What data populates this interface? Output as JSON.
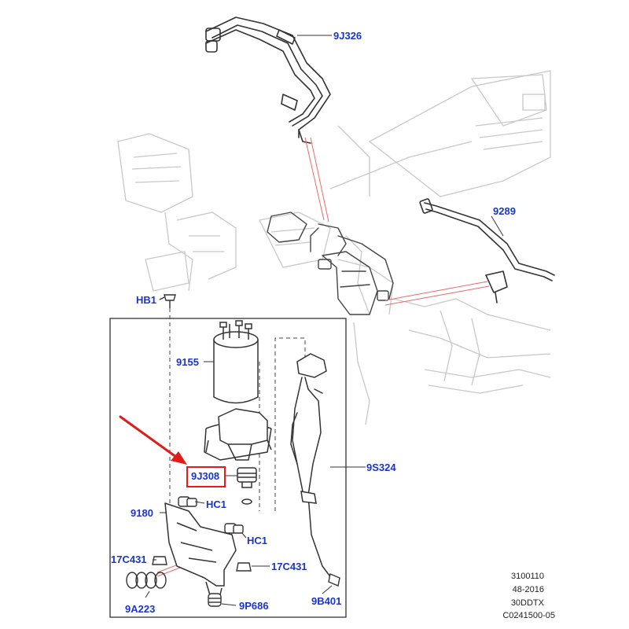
{
  "diagram": {
    "callouts": {
      "c9J326": "9J326",
      "c9289": "9289",
      "cHB1": "HB1",
      "c9155": "9155",
      "c9S324": "9S324",
      "c9J308": "9J308",
      "c9180": "9180",
      "cHC1a": "HC1",
      "cHC1b": "HC1",
      "c17C431a": "17C431",
      "c17C431b": "17C431",
      "c9A223": "9A223",
      "c9P686": "9P686",
      "c9B401": "9B401"
    },
    "highlighted_part": "9J308",
    "reference_codes": [
      "3100110",
      "48-2016",
      "30DDTX",
      "C0241500-05"
    ],
    "colors": {
      "callout_text": "#1a35c9",
      "highlight": "#e21b1b",
      "line_art": "#333333",
      "background_art": "#c8c8c8"
    }
  }
}
